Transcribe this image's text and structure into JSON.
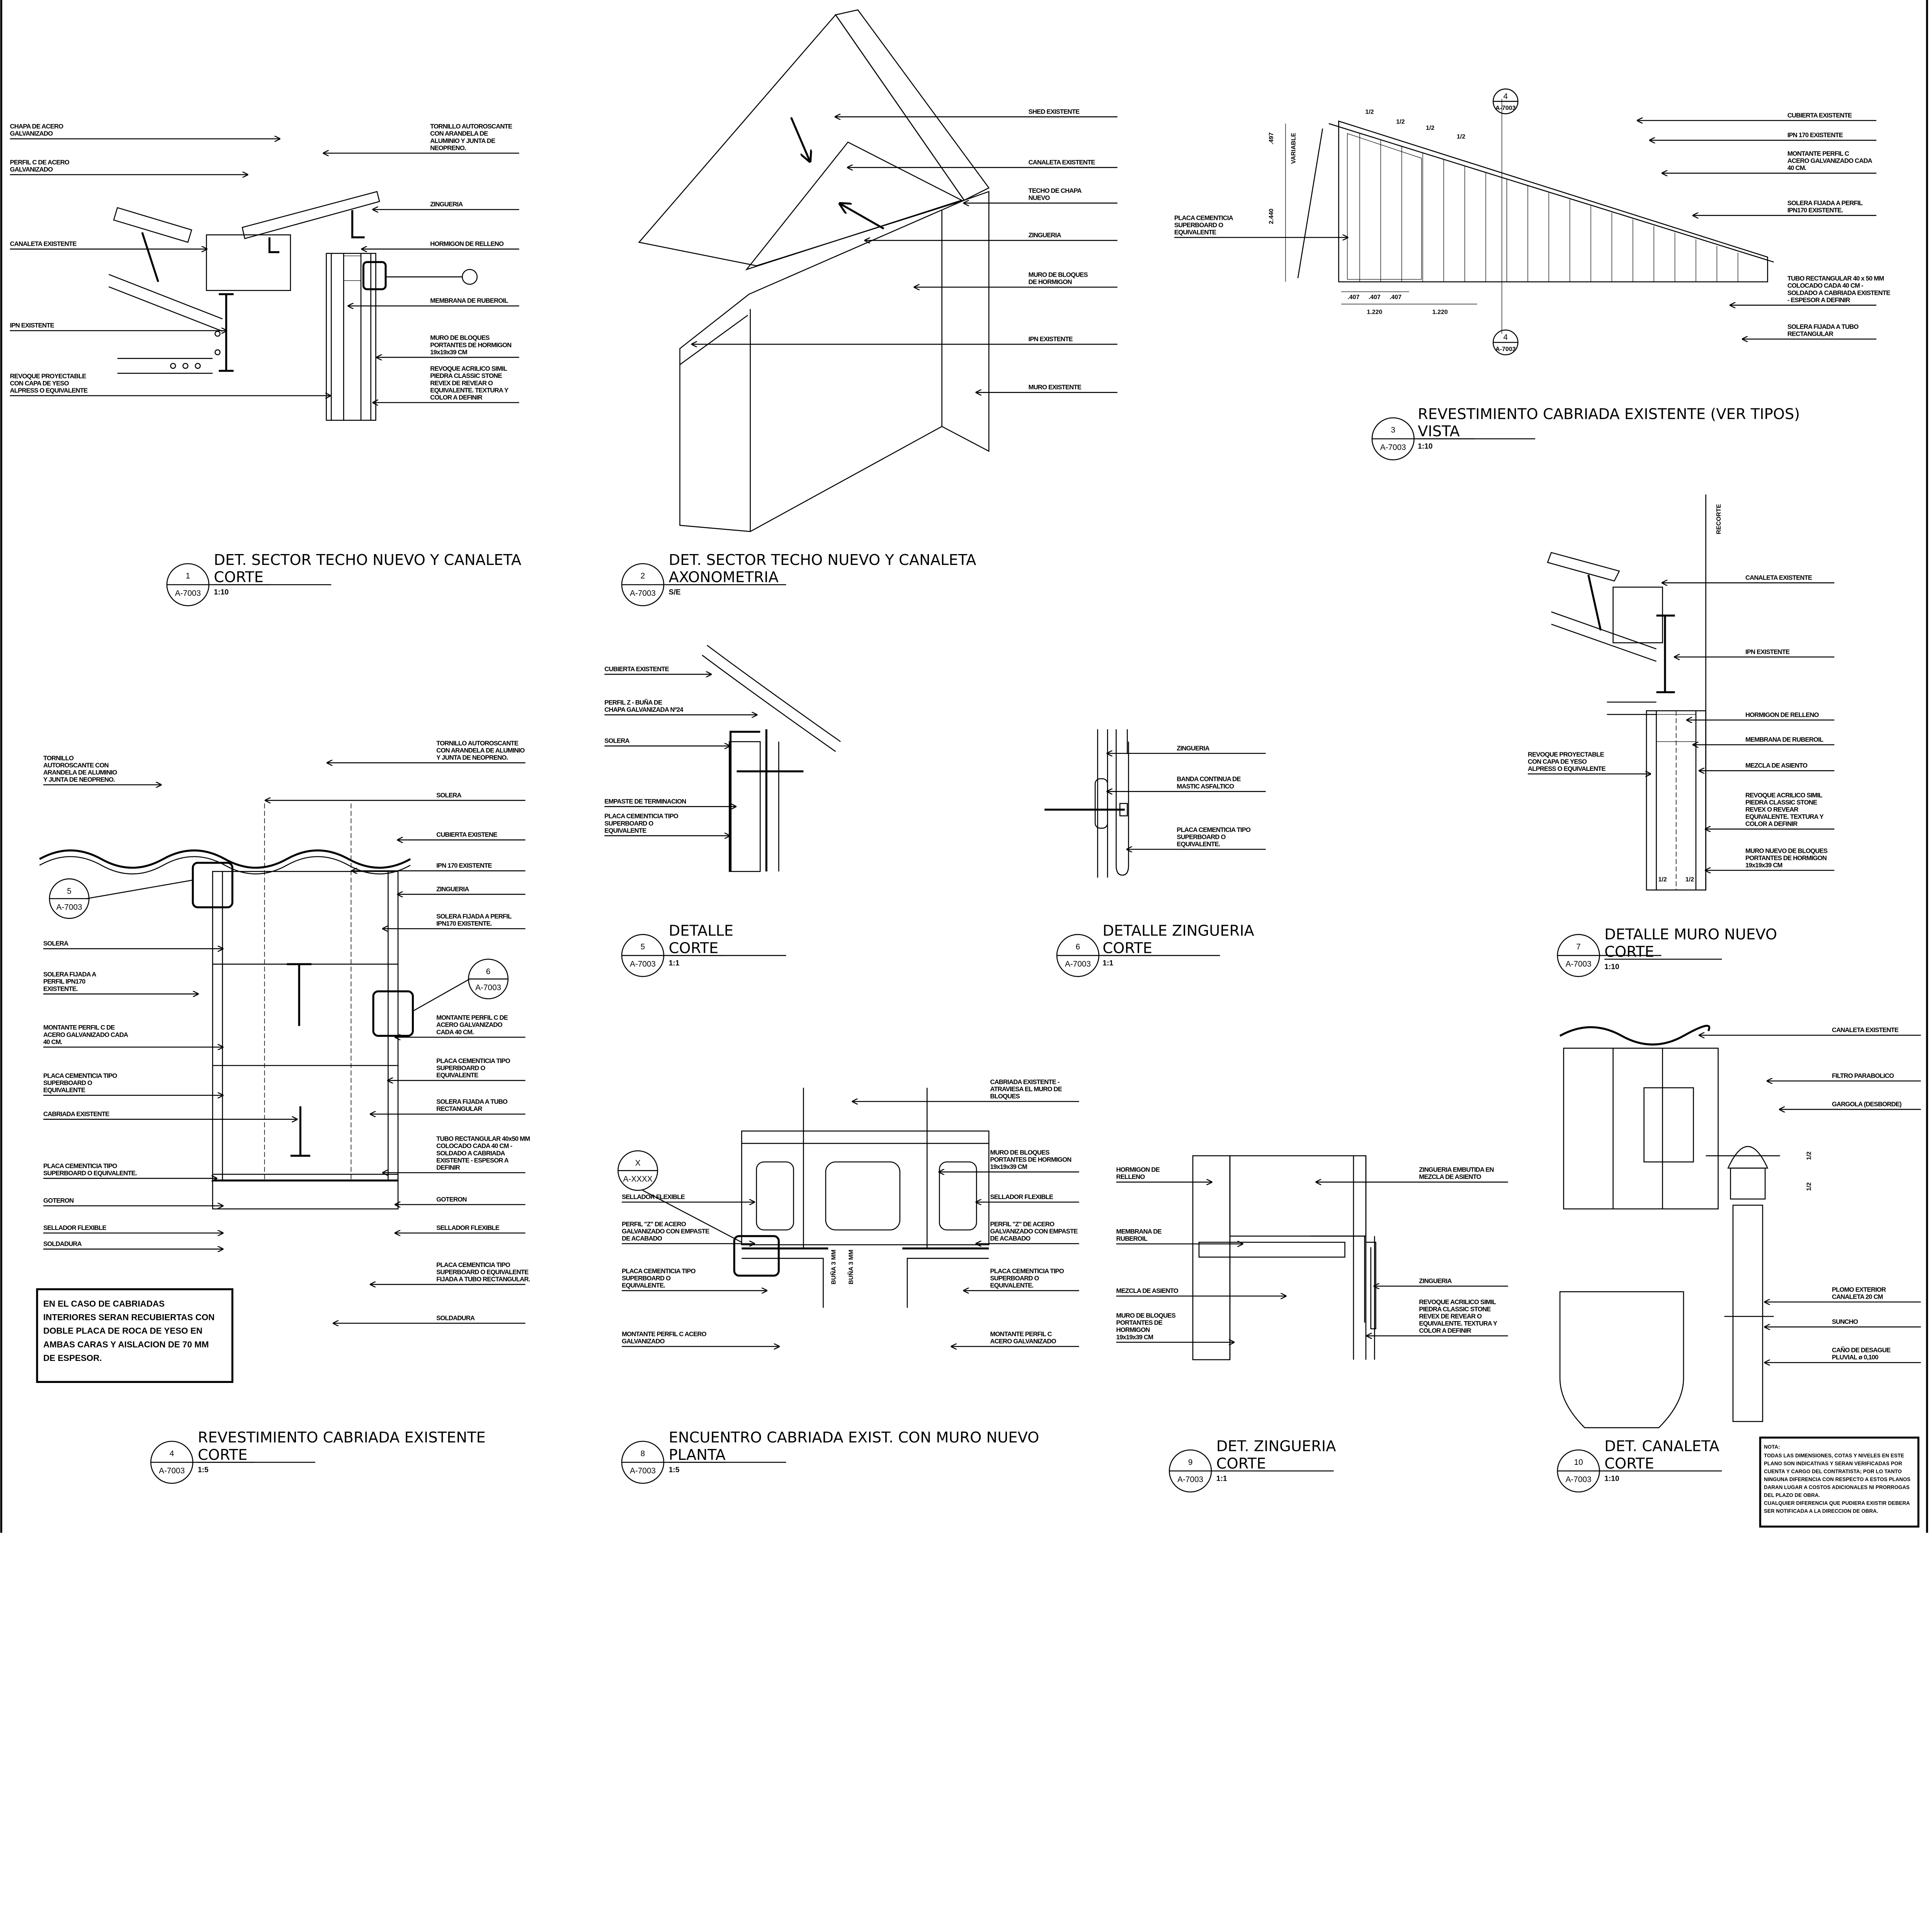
{
  "sheet": "A-7003",
  "details": [
    {
      "number": "1",
      "ref": "A-7003",
      "title": "DET. SECTOR TECHO NUEVO Y CANALETA",
      "view": "CORTE",
      "scale": "1:10",
      "labels": [
        {
          "lines": [
            "CHAPA DE ACERO",
            "GALVANIZADO"
          ]
        },
        {
          "lines": [
            "PERFIL C DE ACERO",
            "GALVANIZADO"
          ]
        },
        {
          "lines": [
            "CANALETA EXISTENTE"
          ]
        },
        {
          "lines": [
            "IPN EXISTENTE"
          ]
        },
        {
          "lines": [
            "REVOQUE PROYECTABLE",
            "CON CAPA DE YESO",
            "ALPRESS O EQUIVALENTE"
          ]
        },
        {
          "lines": [
            "TORNILLO AUTOROSCANTE",
            "CON ARANDELA DE",
            "ALUMINIO Y JUNTA DE",
            "NEOPRENO."
          ]
        },
        {
          "lines": [
            "ZINGUERIA"
          ]
        },
        {
          "lines": [
            "HORMIGON DE RELLENO"
          ]
        },
        {
          "lines": [
            "MEMBRANA DE RUBEROIL"
          ]
        },
        {
          "lines": [
            "MURO DE BLOQUES",
            "PORTANTES DE HORMIGON",
            "19x19x39 CM"
          ]
        },
        {
          "lines": [
            "REVOQUE ACRILICO SIMIL",
            "PIEDRA CLASSIC STONE",
            "REVEX DE REVEAR O",
            "EQUIVALENTE. TEXTURA Y",
            "COLOR A DEFINIR"
          ]
        }
      ]
    },
    {
      "number": "2",
      "ref": "A-7003",
      "title": "DET. SECTOR TECHO NUEVO Y CANALETA",
      "view": "AXONOMETRIA",
      "scale": "S/E",
      "labels": [
        {
          "lines": [
            "SHED EXISTENTE"
          ]
        },
        {
          "lines": [
            "CANALETA EXISTENTE"
          ]
        },
        {
          "lines": [
            "TECHO DE CHAPA",
            "NUEVO"
          ]
        },
        {
          "lines": [
            "ZINGUERIA"
          ]
        },
        {
          "lines": [
            "MURO DE BLOQUES",
            "DE HORMIGON"
          ]
        },
        {
          "lines": [
            "IPN EXISTENTE"
          ]
        },
        {
          "lines": [
            "MURO EXISTENTE"
          ]
        }
      ]
    },
    {
      "number": "3",
      "ref": "A-7003",
      "title": "REVESTIMIENTO CABRIADA EXISTENTE (VER TIPOS)",
      "view": "VISTA",
      "scale": "1:10",
      "labels": [
        {
          "lines": [
            "CUBIERTA EXISTENTE"
          ]
        },
        {
          "lines": [
            "IPN 170 EXISTENTE"
          ]
        },
        {
          "lines": [
            "MONTANTE PERFIL C",
            "ACERO GALVANIZADO CADA",
            "40 CM."
          ]
        },
        {
          "lines": [
            "SOLERA FIJADA A PERFIL",
            "IPN170 EXISTENTE."
          ]
        },
        {
          "lines": [
            "TUBO RECTANGULAR 40 x 50 MM",
            "COLOCADO CADA 40 CM -",
            "SOLDADO A CABRIADA EXISTENTE",
            "- ESPESOR A DEFINIR"
          ]
        },
        {
          "lines": [
            "SOLERA FIJADA A TUBO",
            "RECTANGULAR"
          ]
        },
        {
          "lines": [
            "PLACA CEMENTICIA",
            "SUPERBOARD O",
            "EQUIVALENTE"
          ]
        }
      ],
      "dims": [
        "1/2",
        "1/2",
        "1/2",
        "1/2",
        ".407",
        ".407",
        ".407",
        "1.220",
        "1.220",
        "2.440",
        ".497",
        "VARIABLE"
      ],
      "section_marks": [
        {
          "number": "4",
          "ref": "A-7003"
        },
        {
          "number": "4",
          "ref": "A-7003"
        }
      ]
    },
    {
      "number": "4",
      "ref": "A-7003",
      "title": "REVESTIMIENTO CABRIADA EXISTENTE",
      "view": "CORTE",
      "scale": "1:5",
      "labels": [
        {
          "lines": [
            "TORNILLO",
            "AUTOROSCANTE CON",
            "ARANDELA DE ALUMINIO",
            "Y JUNTA DE NEOPRENO."
          ]
        },
        {
          "lines": [
            "SOLERA"
          ]
        },
        {
          "lines": [
            "SOLERA FIJADA A",
            "PERFIL IPN170",
            "EXISTENTE."
          ]
        },
        {
          "lines": [
            "MONTANTE PERFIL C DE",
            "ACERO GALVANIZADO CADA",
            "40 CM."
          ]
        },
        {
          "lines": [
            "PLACA CEMENTICIA TIPO",
            "SUPERBOARD O",
            "EQUIVALENTE"
          ]
        },
        {
          "lines": [
            "CABRIADA EXISTENTE"
          ]
        },
        {
          "lines": [
            "PLACA CEMENTICIA TIPO",
            "SUPERBOARD O EQUIVALENTE."
          ]
        },
        {
          "lines": [
            "GOTERON"
          ]
        },
        {
          "lines": [
            "SELLADOR FLEXIBLE"
          ]
        },
        {
          "lines": [
            "SOLDADURA"
          ]
        },
        {
          "lines": [
            "TORNILLO AUTOROSCANTE",
            "CON ARANDELA DE ALUMINIO",
            "Y JUNTA DE NEOPRENO."
          ]
        },
        {
          "lines": [
            "SOLERA"
          ]
        },
        {
          "lines": [
            "CUBIERTA EXISTENE"
          ]
        },
        {
          "lines": [
            "IPN 170 EXISTENTE"
          ]
        },
        {
          "lines": [
            "ZINGUERIA"
          ]
        },
        {
          "lines": [
            "SOLERA FIJADA A PERFIL",
            "IPN170 EXISTENTE."
          ]
        },
        {
          "lines": [
            "MONTANTE PERFIL C DE",
            "ACERO GALVANIZADO",
            "CADA 40 CM."
          ]
        },
        {
          "lines": [
            "PLACA CEMENTICIA TIPO",
            "SUPERBOARD O",
            "EQUIVALENTE"
          ]
        },
        {
          "lines": [
            "SOLERA FIJADA A TUBO",
            "RECTANGULAR"
          ]
        },
        {
          "lines": [
            "TUBO RECTANGULAR 40x50 MM",
            "COLOCADO CADA 40 CM -",
            "SOLDADO A CABRIADA",
            "EXISTENTE - ESPESOR A",
            "DEFINIR"
          ]
        },
        {
          "lines": [
            "GOTERON"
          ]
        },
        {
          "lines": [
            "SELLADOR FLEXIBLE"
          ]
        },
        {
          "lines": [
            "PLACA CEMENTICIA TIPO",
            "SUPERBOARD O EQUIVALENTE",
            "FIJADA A TUBO RECTANGULAR."
          ]
        },
        {
          "lines": [
            "SOLDADURA"
          ]
        }
      ],
      "callouts": [
        {
          "number": "5",
          "ref": "A-7003"
        },
        {
          "number": "6",
          "ref": "A-7003"
        }
      ],
      "note": [
        "EN EL CASO DE CABRIADAS",
        "INTERIORES SERAN RECUBIERTAS CON",
        "DOBLE PLACA DE ROCA DE YESO EN",
        "AMBAS CARAS Y AISLACION DE 70 MM",
        "DE ESPESOR."
      ]
    },
    {
      "number": "5",
      "ref": "A-7003",
      "title": "DETALLE",
      "view": "CORTE",
      "scale": "1:1",
      "labels": [
        {
          "lines": [
            "CUBIERTA EXISTENTE"
          ]
        },
        {
          "lines": [
            "PERFIL Z - BUÑA DE",
            "CHAPA GALVANIZADA Nº24"
          ]
        },
        {
          "lines": [
            "SOLERA"
          ]
        },
        {
          "lines": [
            "EMPASTE DE TERMINACION"
          ]
        },
        {
          "lines": [
            "PLACA CEMENTICIA TIPO",
            "SUPERBOARD O",
            "EQUIVALENTE"
          ]
        }
      ]
    },
    {
      "number": "6",
      "ref": "A-7003",
      "title": "DETALLE ZINGUERIA",
      "view": "CORTE",
      "scale": "1:1",
      "labels": [
        {
          "lines": [
            "ZINGUERIA"
          ]
        },
        {
          "lines": [
            "BANDA CONTINUA DE",
            "MASTIC ASFALTICO"
          ]
        },
        {
          "lines": [
            "PLACA CEMENTICIA TIPO",
            "SUPERBOARD O",
            "EQUIVALENTE."
          ]
        }
      ]
    },
    {
      "number": "7",
      "ref": "A-7003",
      "title": "DETALLE MURO NUEVO",
      "view": "CORTE",
      "scale": "1:10",
      "labels": [
        {
          "lines": [
            "CANALETA EXISTENTE"
          ]
        },
        {
          "lines": [
            "IPN EXISTENTE"
          ]
        },
        {
          "lines": [
            "HORMIGON DE RELLENO"
          ]
        },
        {
          "lines": [
            "MEMBRANA DE RUBEROIL"
          ]
        },
        {
          "lines": [
            "MEZCLA DE ASIENTO"
          ]
        },
        {
          "lines": [
            "REVOQUE ACRILICO SIMIL",
            "PIEDRA CLASSIC STONE",
            "REVEX O REVEAR",
            "EQUIVALENTE. TEXTURA Y",
            "COLOR A DEFINIR"
          ]
        },
        {
          "lines": [
            "MURO NUEVO DE BLOQUES",
            "PORTANTES DE HORMIGON",
            "19x19x39 CM"
          ]
        },
        {
          "lines": [
            "REVOQUE PROYECTABLE",
            "CON CAPA DE YESO",
            "ALPRESS O EQUIVALENTE"
          ]
        }
      ],
      "dims": [
        "RECORTE",
        "1/2",
        "1/2"
      ]
    },
    {
      "number": "8",
      "ref": "A-7003",
      "title": "ENCUENTRO CABRIADA EXIST. CON MURO NUEVO",
      "view": "PLANTA",
      "scale": "1:5",
      "labels": [
        {
          "lines": [
            "SELLADOR FLEXIBLE"
          ]
        },
        {
          "lines": [
            "PERFIL \"Z\" DE ACERO",
            "GALVANIZADO CON EMPASTE",
            "DE ACABADO"
          ]
        },
        {
          "lines": [
            "PLACA CEMENTICIA TIPO",
            "SUPERBOARD O",
            "EQUIVALENTE."
          ]
        },
        {
          "lines": [
            "MONTANTE PERFIL C ACERO",
            "GALVANIZADO"
          ]
        },
        {
          "lines": [
            "CABRIADA EXISTENTE -",
            "ATRAVIESA EL MURO DE",
            "BLOQUES"
          ]
        },
        {
          "lines": [
            "MURO DE BLOQUES",
            "PORTANTES DE HORMIGON",
            "19x19x39 CM"
          ]
        },
        {
          "lines": [
            "SELLADOR FLEXIBLE"
          ]
        },
        {
          "lines": [
            "PERFIL \"Z\" DE ACERO",
            "GALVANIZADO CON EMPASTE",
            "DE ACABADO"
          ]
        },
        {
          "lines": [
            "PLACA CEMENTICIA TIPO",
            "SUPERBOARD O",
            "EQUIVALENTE."
          ]
        },
        {
          "lines": [
            "MONTANTE PERFIL C",
            "ACERO GALVANIZADO"
          ]
        }
      ],
      "dims": [
        "BUÑA 3 MM",
        "BUÑA 3 MM"
      ],
      "callouts": [
        {
          "number": "X",
          "ref": "A-XXXX"
        }
      ]
    },
    {
      "number": "9",
      "ref": "A-7003",
      "title": "DET. ZINGUERIA",
      "view": "CORTE",
      "scale": "1:1",
      "labels": [
        {
          "lines": [
            "HORMIGON DE",
            "RELLENO"
          ]
        },
        {
          "lines": [
            "MEMBRANA DE",
            "RUBEROIL"
          ]
        },
        {
          "lines": [
            "MEZCLA DE ASIENTO"
          ]
        },
        {
          "lines": [
            "MURO DE BLOQUES",
            "PORTANTES DE",
            "HORMIGON",
            "19x19x39 CM"
          ]
        },
        {
          "lines": [
            "ZINGUERIA EMBUTIDA EN",
            "MEZCLA DE ASIENTO"
          ]
        },
        {
          "lines": [
            "ZINGUERIA"
          ]
        },
        {
          "lines": [
            "REVOQUE ACRILICO SIMIL",
            "PIEDRA CLASSIC STONE",
            "REVEX DE REVEAR O",
            "EQUIVALENTE. TEXTURA Y",
            "COLOR A DEFINIR"
          ]
        }
      ]
    },
    {
      "number": "10",
      "ref": "A-7003",
      "title": "DET. CANALETA",
      "view": "CORTE",
      "scale": "1:10",
      "labels": [
        {
          "lines": [
            "CANALETA EXISTENTE"
          ]
        },
        {
          "lines": [
            "FILTRO PARABOLICO"
          ]
        },
        {
          "lines": [
            "GARGOLA (DESBORDE)"
          ]
        },
        {
          "lines": [
            "PLOMO EXTERIOR",
            "CANALETA 20 CM"
          ]
        },
        {
          "lines": [
            "SUNCHO"
          ]
        },
        {
          "lines": [
            "CAÑO DE DESAGUE",
            "PLUVIAL ø 0,100"
          ]
        }
      ],
      "dims": [
        "1/2",
        "1/2"
      ]
    }
  ],
  "general_note": {
    "heading": "NOTA:",
    "lines": [
      "TODAS LAS DIMENSIONES, COTAS Y NIVELES EN ESTE",
      "PLANO SON INDICATIVAS Y SERAN VERIFICADAS POR",
      "CUENTA Y CARGO DEL CONTRATISTA; POR LO TANTO",
      "NINGUNA DIFERENCIA CON RESPECTO A ESTOS PLANOS",
      "DARAN LUGAR A COSTOS ADICIONALES NI PRORROGAS",
      "DEL PLAZO DE OBRA.",
      "CUALQUIER DIFERENCIA QUE PUDIERA EXISTIR DEBERA",
      "SER NOTIFICADA A LA DIRECCION DE OBRA."
    ]
  }
}
